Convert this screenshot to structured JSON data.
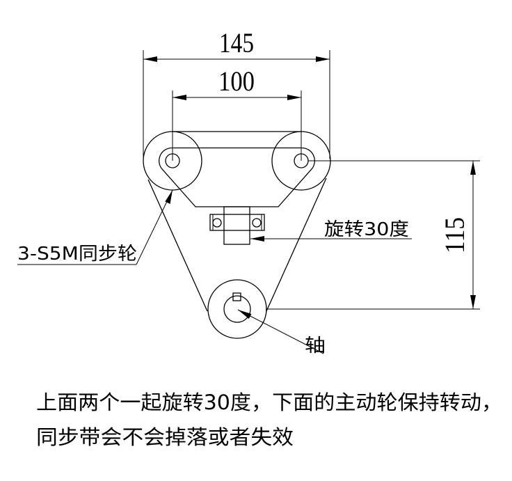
{
  "dimensions": {
    "width_outer": "145",
    "center_distance": "100",
    "vertical_distance": "115"
  },
  "labels": {
    "rotate": "旋转30度",
    "pulley": "3-S5M同步轮",
    "shaft": "轴"
  },
  "notes": {
    "line1": "上面两个一起旋转30度，下面的主动轮保持转动，",
    "line2": "同步带会不会掉落或者失效"
  }
}
